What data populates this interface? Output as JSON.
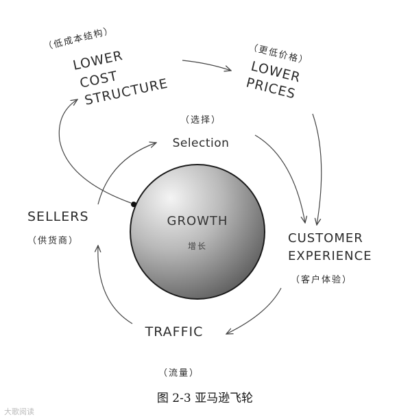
{
  "diagram": {
    "center": {
      "label": "GROWTH",
      "sub": "增长"
    },
    "nodes": {
      "lower_cost_zh": "（低成本结构）",
      "lower_cost": [
        "LOWER",
        "COST",
        "STRUCTURE"
      ],
      "lower_prices_zh": "（更低价格）",
      "lower_prices": [
        "LOWER",
        "PRICES"
      ],
      "selection_zh": "（选择）",
      "selection": "Selection",
      "sellers": "SELLERS",
      "sellers_zh": "（供货商）",
      "customer_experience": [
        "CUSTOMER",
        "EXPERIENCE"
      ],
      "customer_experience_zh": "（客户体验）",
      "traffic": "TRAFFIC",
      "traffic_zh": "（流量）"
    }
  },
  "caption": "图  2-3    亚马逊飞轮",
  "watermark": "大歌阅读"
}
